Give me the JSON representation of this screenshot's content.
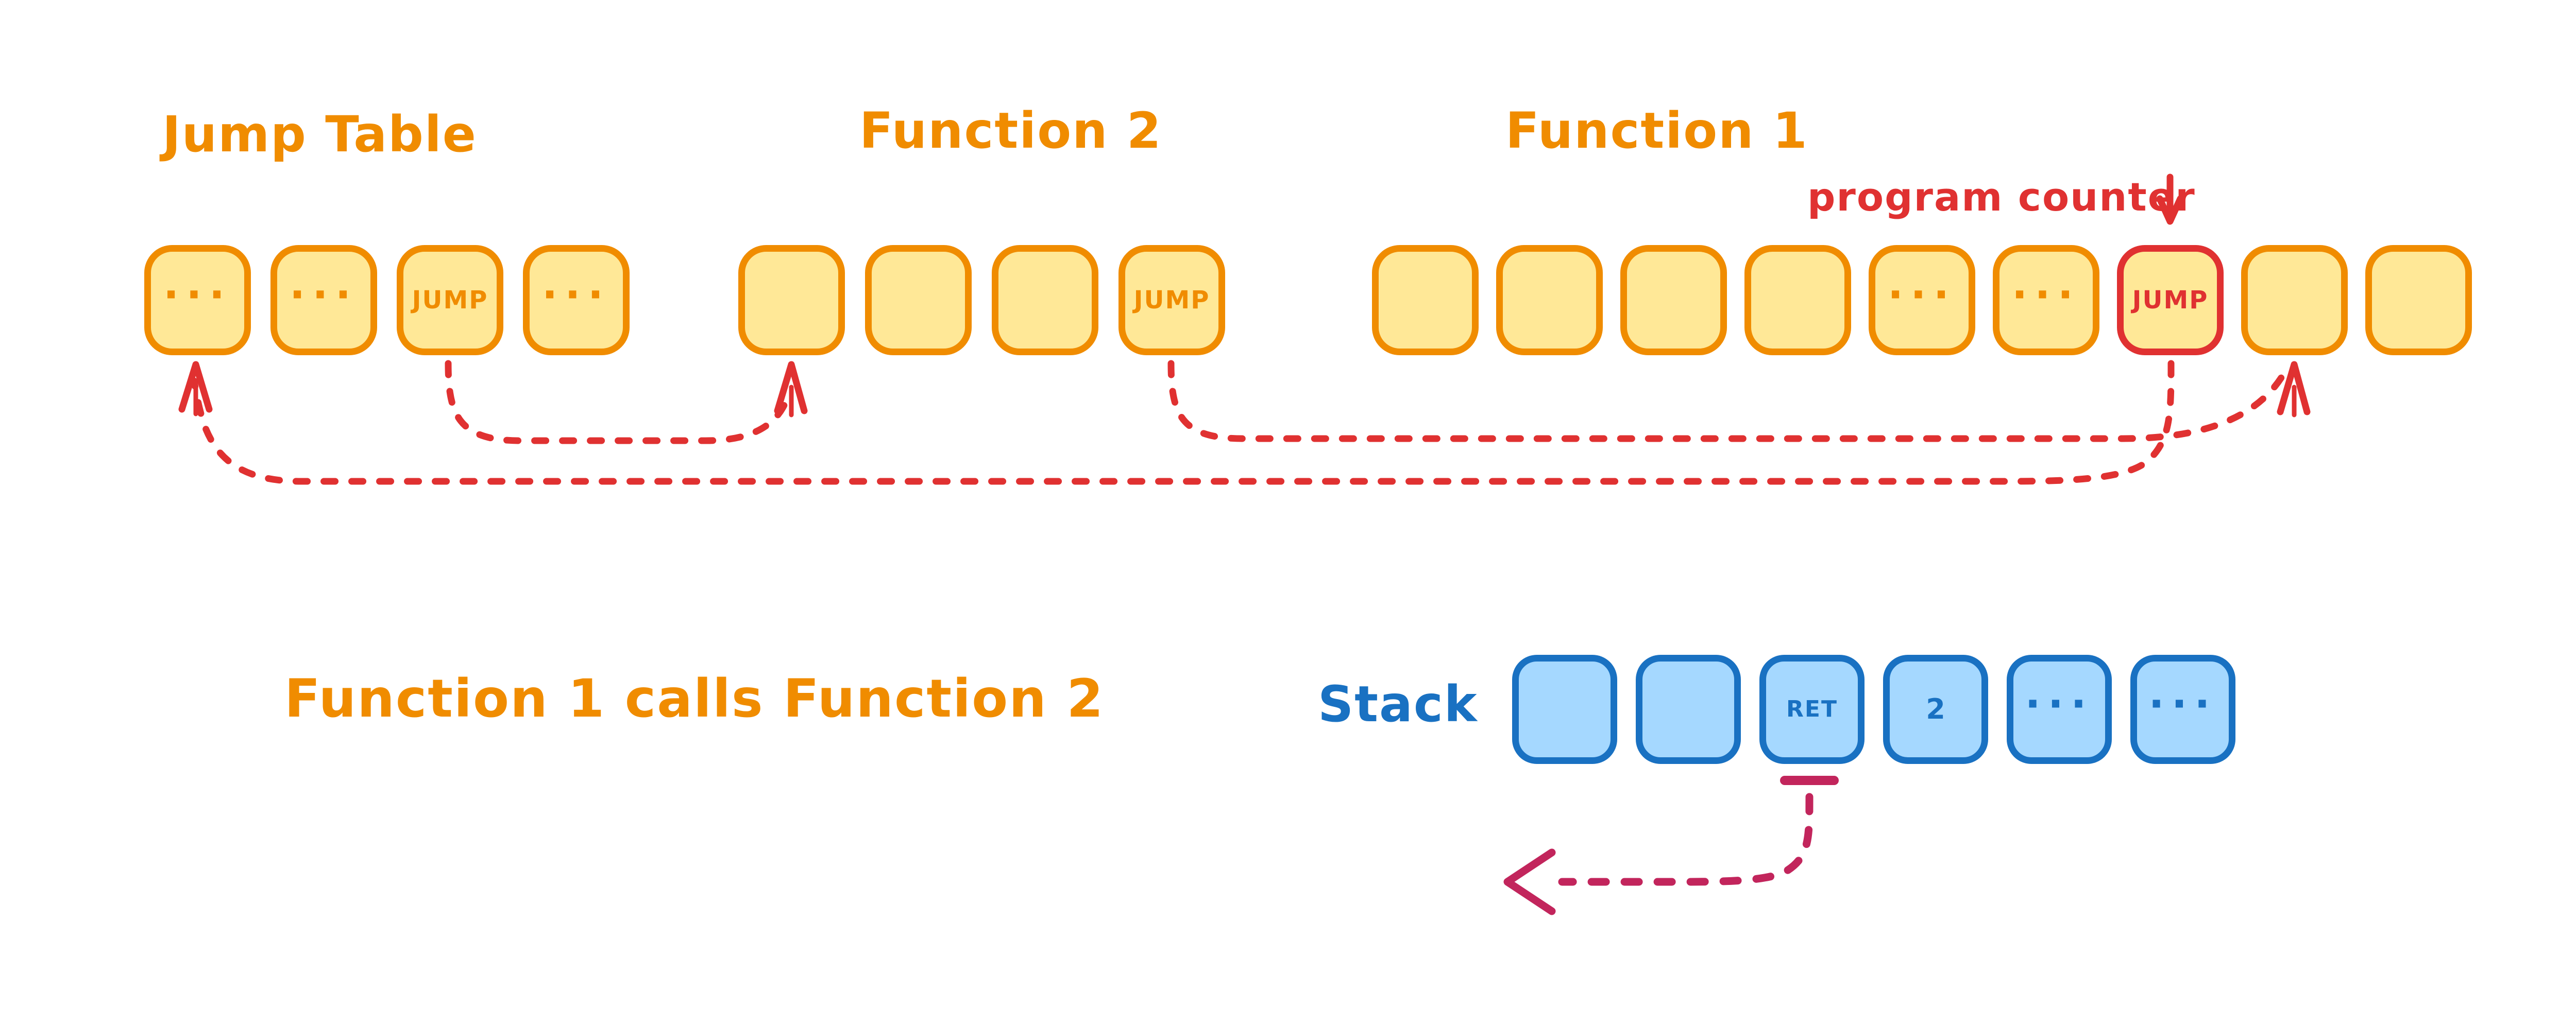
{
  "palette": {
    "orange": "#f08c00",
    "yellow": "#ffe897",
    "red": "#e03131",
    "blue": "#1971c2",
    "blue_fill": "#a5d8ff",
    "purple": "#7048e8",
    "magenta": "#c2255c",
    "bg": "#ffffff"
  },
  "labels": {
    "jump_table_title": "Jump Table",
    "function2_title": "Function 2",
    "function1_title": "Function 1",
    "program_counter": "program counter",
    "caption": "Function 1 calls Function 2",
    "stack_title": "Stack"
  },
  "rows": {
    "jump_table": {
      "cells": [
        {
          "label": "...",
          "variant": "dots"
        },
        {
          "label": "...",
          "variant": "dots"
        },
        {
          "label": "JUMP",
          "variant": "jump"
        },
        {
          "label": "...",
          "variant": "dots"
        }
      ]
    },
    "function2": {
      "cells": [
        {
          "label": "",
          "variant": "plain"
        },
        {
          "label": "",
          "variant": "plain"
        },
        {
          "label": "",
          "variant": "plain"
        },
        {
          "label": "JUMP",
          "variant": "jump"
        }
      ]
    },
    "function1": {
      "cells": [
        {
          "label": "",
          "variant": "plain"
        },
        {
          "label": "",
          "variant": "plain"
        },
        {
          "label": "",
          "variant": "plain"
        },
        {
          "label": "",
          "variant": "plain"
        },
        {
          "label": "...",
          "variant": "dots"
        },
        {
          "label": "...",
          "variant": "dots"
        },
        {
          "label": "JUMP",
          "variant": "jump-active"
        },
        {
          "label": "",
          "variant": "plain"
        },
        {
          "label": "",
          "variant": "plain"
        }
      ]
    },
    "stack": {
      "cells": [
        {
          "label": "",
          "variant": "plain"
        },
        {
          "label": "",
          "variant": "plain"
        },
        {
          "label": "RET",
          "variant": "ret"
        },
        {
          "label": "2",
          "variant": "value"
        },
        {
          "label": "...",
          "variant": "dots"
        },
        {
          "label": "...",
          "variant": "dots"
        }
      ]
    }
  }
}
